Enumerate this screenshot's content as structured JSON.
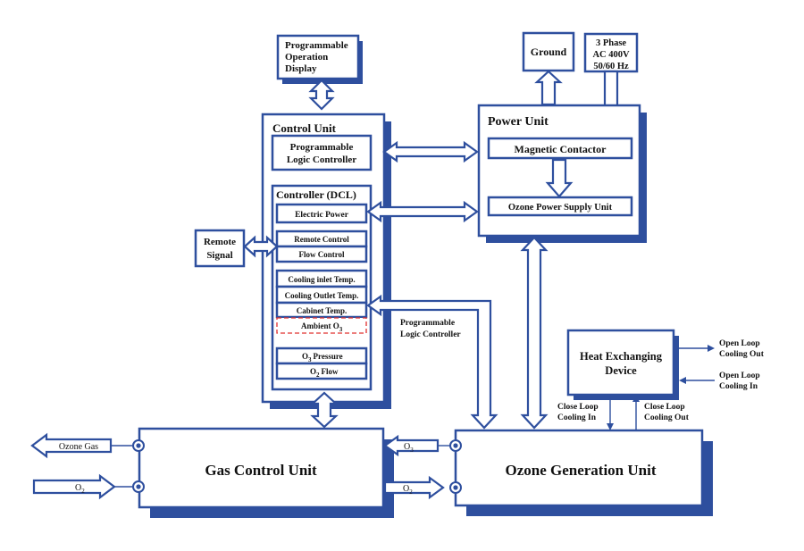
{
  "colors": {
    "accent": "#2e4f9e",
    "dashed_outline": "#e0302f",
    "background": "#ffffff",
    "text": "#111111"
  },
  "programmable_operation_display": {
    "line1": "Programmable",
    "line2": "Operation",
    "line3": "Display"
  },
  "ground": {
    "label": "Ground"
  },
  "ac_supply": {
    "line1": "3 Phase",
    "line2": "AC 400V",
    "line3": "50/60 Hz"
  },
  "control_unit": {
    "title": "Control Unit",
    "plc": {
      "line1": "Programmable",
      "line2": "Logic Controller"
    },
    "controller_title": "Controller (DCL)",
    "rows": {
      "electric_power": "Electric Power",
      "remote_control": "Remote Control",
      "flow_control": "Flow Control",
      "cooling_inlet_temp": "Cooling inlet Temp.",
      "cooling_outlet_temp": "Cooling Outlet Temp.",
      "cabinet_temp": "Cabinet Temp.",
      "ambient_o3": "Ambient O",
      "o3_pressure": "Pressure",
      "o2_flow": "Flow"
    }
  },
  "remote_signal": {
    "line1": "Remote",
    "line2": "Signal"
  },
  "power_unit": {
    "title": "Power Unit",
    "magnetic_contactor": "Magnetic Contactor",
    "ozone_power_supply": "Ozone Power Supply Unit"
  },
  "plc_link_label": {
    "line1": "Programmable",
    "line2": "Logic Controller"
  },
  "heat_exchanger": {
    "line1": "Heat Exchanging",
    "line2": "Device",
    "open_loop_out": {
      "line1": "Open Loop",
      "line2": "Cooling Out"
    },
    "open_loop_in": {
      "line1": "Open Loop",
      "line2": "Cooling In"
    },
    "close_loop_in": {
      "line1": "Close Loop",
      "line2": "Cooling In"
    },
    "close_loop_out": {
      "line1": "Close Loop",
      "line2": "Cooling Out"
    }
  },
  "gas_control_unit": {
    "title": "Gas Control Unit"
  },
  "ozone_generation_unit": {
    "title": "Ozone Generation Unit"
  },
  "flows": {
    "ozone_gas": "Ozone Gas",
    "o2_input": "O",
    "o3_transfer": "O",
    "o2_transfer": "O"
  },
  "chemistry": {
    "o": "O",
    "sub2": "2",
    "sub3": "3"
  }
}
